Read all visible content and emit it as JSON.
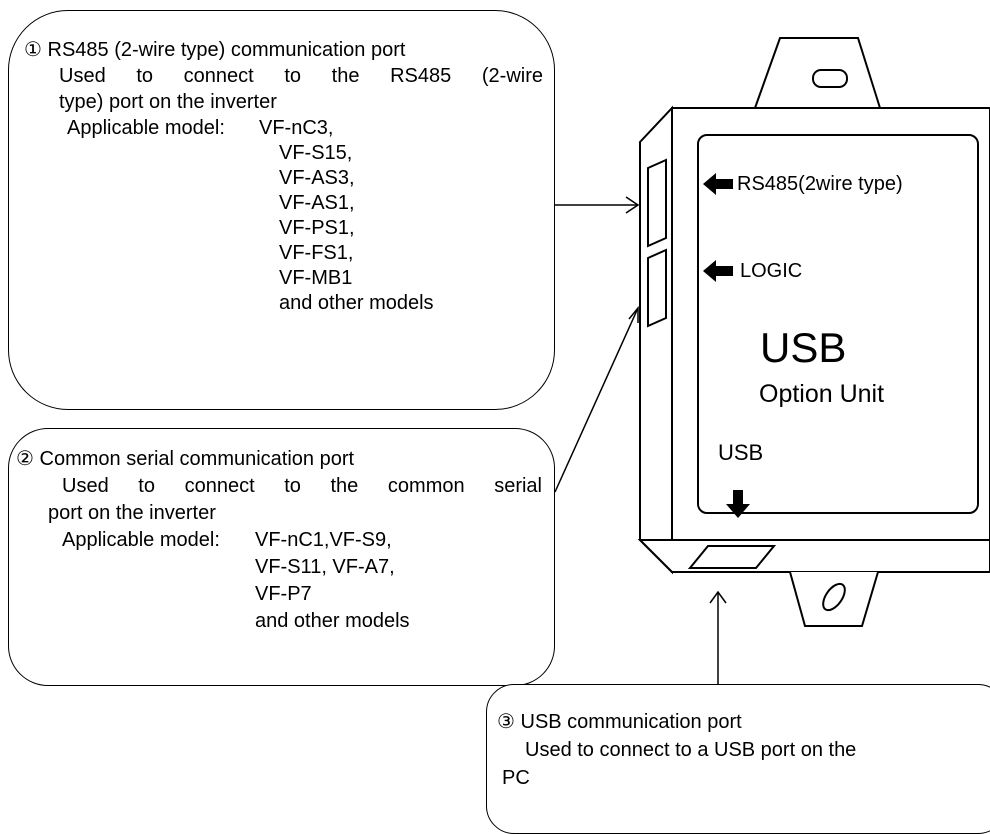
{
  "callout1": {
    "marker": "①",
    "title": "RS485 (2-wire type) communication port",
    "desc_line1": "Used to connect to the RS485 (2-wire",
    "desc_line2": "type) port on the inverter",
    "model_label": "Applicable model:",
    "models": [
      "VF-nC3,",
      "VF-S15,",
      "VF-AS3,",
      "VF-AS1,",
      "VF-PS1,",
      "VF-FS1,",
      "VF-MB1",
      "and other models"
    ]
  },
  "callout2": {
    "marker": "②",
    "title": "Common serial communication port",
    "desc_line1": "Used to connect to the common serial",
    "desc_line2": "port on the inverter",
    "model_label": "Applicable model:",
    "models": [
      "VF-nC1,VF-S9,",
      "VF-S11, VF-A7,",
      "VF-P7",
      "and other models"
    ]
  },
  "callout3": {
    "marker": "③",
    "title": "USB communication port",
    "desc_line1": "Used to connect to a USB port on the",
    "desc_line2": "PC"
  },
  "device": {
    "port_rs485_label": "RS485(2wire type)",
    "port_logic_label": "LOGIC",
    "unit_title": "USB",
    "unit_subtitle": "Option Unit",
    "usb_label": "USB"
  }
}
